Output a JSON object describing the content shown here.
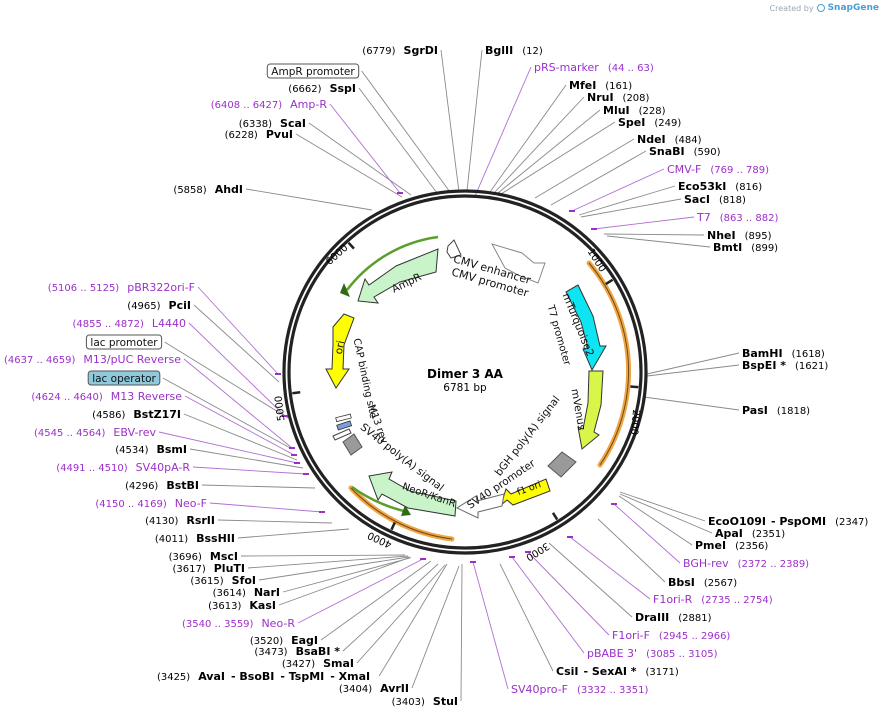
{
  "credit": {
    "prefix": "Created by",
    "brand": "SnapGene"
  },
  "plasmid": {
    "name": "Dimer 3 AA",
    "size": "6781 bp",
    "length": 6781
  },
  "ticks": [
    "1000",
    "2000",
    "3000",
    "4000",
    "5000",
    "6000"
  ],
  "colors": {
    "site": "#000000",
    "primer": "#9b30c8",
    "backbone": "#000000"
  },
  "features": [
    {
      "name": "CMV enhancer"
    },
    {
      "name": "CMV promoter"
    },
    {
      "name": "T7 promoter"
    },
    {
      "name": "mTurquoise2"
    },
    {
      "name": "mVenus"
    },
    {
      "name": "bGH poly(A) signal"
    },
    {
      "name": "f1 ori"
    },
    {
      "name": "SV40 promoter"
    },
    {
      "name": "NeoR/KanR"
    },
    {
      "name": "SV40 poly(A) signal"
    },
    {
      "name": "M13 rev"
    },
    {
      "name": "CAP binding site"
    },
    {
      "name": "ori"
    },
    {
      "name": "AmpR"
    }
  ],
  "labels": [
    {
      "kind": "site",
      "pos": "(6779)",
      "name": "SgrDI"
    },
    {
      "kind": "site",
      "name": "BglII",
      "pos": "(12)"
    },
    {
      "kind": "primer",
      "name": "pRS-marker",
      "pos": "(44 .. 63)"
    },
    {
      "kind": "site",
      "name": "MfeI",
      "pos": "(161)"
    },
    {
      "kind": "site",
      "name": "NruI",
      "pos": "(208)"
    },
    {
      "kind": "site",
      "name": "MluI",
      "pos": "(228)"
    },
    {
      "kind": "site",
      "name": "SpeI",
      "pos": "(249)"
    },
    {
      "kind": "site",
      "name": "NdeI",
      "pos": "(484)"
    },
    {
      "kind": "site",
      "name": "SnaBI",
      "pos": "(590)"
    },
    {
      "kind": "primer",
      "name": "CMV-F",
      "pos": "(769 .. 789)"
    },
    {
      "kind": "site",
      "name": "Eco53kI",
      "pos": "(816)"
    },
    {
      "kind": "site",
      "name": "SacI",
      "pos": "(818)"
    },
    {
      "kind": "primer",
      "name": "T7",
      "pos": "(863 .. 882)"
    },
    {
      "kind": "site",
      "name": "NheI",
      "pos": "(895)"
    },
    {
      "kind": "site",
      "name": "BmtI",
      "pos": "(899)"
    },
    {
      "kind": "site",
      "name": "BamHI",
      "pos": "(1618)"
    },
    {
      "kind": "site",
      "name": "BspEI *",
      "pos": "(1621)"
    },
    {
      "kind": "site",
      "name": "PasI",
      "pos": "(1818)"
    },
    {
      "kind": "site",
      "name": "EcoO109I",
      "extra": "- PspOMI",
      "pos": "(2347)"
    },
    {
      "kind": "site",
      "name": "ApaI",
      "pos": "(2351)"
    },
    {
      "kind": "site",
      "name": "PmeI",
      "pos": "(2356)"
    },
    {
      "kind": "primer",
      "name": "BGH-rev",
      "pos": "(2372 .. 2389)"
    },
    {
      "kind": "site",
      "name": "BbsI",
      "pos": "(2567)"
    },
    {
      "kind": "primer",
      "name": "F1ori-R",
      "pos": "(2735 .. 2754)"
    },
    {
      "kind": "site",
      "name": "DraIII",
      "pos": "(2881)"
    },
    {
      "kind": "primer",
      "name": "F1ori-F",
      "pos": "(2945 .. 2966)"
    },
    {
      "kind": "primer",
      "name": "pBABE 3'",
      "pos": "(3085 .. 3105)"
    },
    {
      "kind": "site",
      "name": "CsiI",
      "extra": "- SexAI *",
      "pos": "(3171)"
    },
    {
      "kind": "primer",
      "name": "SV40pro-F",
      "pos": "(3332 .. 3351)"
    },
    {
      "kind": "site",
      "pos": "(3403)",
      "name": "StuI"
    },
    {
      "kind": "site",
      "pos": "(3404)",
      "name": "AvrII"
    },
    {
      "kind": "site",
      "pos": "(3425)",
      "name": "AvaI",
      "extra": "- BsoBI",
      "extra2": "- TspMI",
      "extra3": "- XmaI"
    },
    {
      "kind": "site",
      "pos": "(3427)",
      "name": "SmaI"
    },
    {
      "kind": "site",
      "pos": "(3473)",
      "name": "BsaBI *"
    },
    {
      "kind": "site",
      "pos": "(3520)",
      "name": "EagI"
    },
    {
      "kind": "primer",
      "pos": "(3540 .. 3559)",
      "name": "Neo-R"
    },
    {
      "kind": "site",
      "pos": "(3613)",
      "name": "KasI"
    },
    {
      "kind": "site",
      "pos": "(3614)",
      "name": "NarI"
    },
    {
      "kind": "site",
      "pos": "(3615)",
      "name": "SfoI"
    },
    {
      "kind": "site",
      "pos": "(3617)",
      "name": "PluTI"
    },
    {
      "kind": "site",
      "pos": "(3696)",
      "name": "MscI"
    },
    {
      "kind": "site",
      "pos": "(4011)",
      "name": "BssHII"
    },
    {
      "kind": "site",
      "pos": "(4130)",
      "name": "RsrII"
    },
    {
      "kind": "primer",
      "pos": "(4150 .. 4169)",
      "name": "Neo-F"
    },
    {
      "kind": "site",
      "pos": "(4296)",
      "name": "BstBI"
    },
    {
      "kind": "primer",
      "pos": "(4491 .. 4510)",
      "name": "SV40pA-R"
    },
    {
      "kind": "site",
      "pos": "(4534)",
      "name": "BsmI"
    },
    {
      "kind": "primer",
      "pos": "(4545 .. 4564)",
      "name": "EBV-rev"
    },
    {
      "kind": "site",
      "pos": "(4586)",
      "name": "BstZ17I"
    },
    {
      "kind": "primer",
      "pos": "(4624 .. 4640)",
      "name": "M13 Reverse"
    },
    {
      "kind": "boxed-blue",
      "name": "lac operator"
    },
    {
      "kind": "primer",
      "pos": "(4637 .. 4659)",
      "name": "M13/pUC Reverse"
    },
    {
      "kind": "boxed",
      "name": "lac promoter"
    },
    {
      "kind": "primer",
      "pos": "(4855 .. 4872)",
      "name": "L4440"
    },
    {
      "kind": "site",
      "pos": "(4965)",
      "name": "PciI"
    },
    {
      "kind": "primer",
      "pos": "(5106 .. 5125)",
      "name": "pBR322ori-F"
    },
    {
      "kind": "site",
      "pos": "(5858)",
      "name": "AhdI"
    },
    {
      "kind": "site",
      "pos": "(6228)",
      "name": "PvuI"
    },
    {
      "kind": "site",
      "pos": "(6338)",
      "name": "ScaI"
    },
    {
      "kind": "primer",
      "pos": "(6408 .. 6427)",
      "name": "Amp-R"
    },
    {
      "kind": "site",
      "pos": "(6662)",
      "name": "SspI"
    },
    {
      "kind": "boxed",
      "name": "AmpR promoter"
    }
  ]
}
